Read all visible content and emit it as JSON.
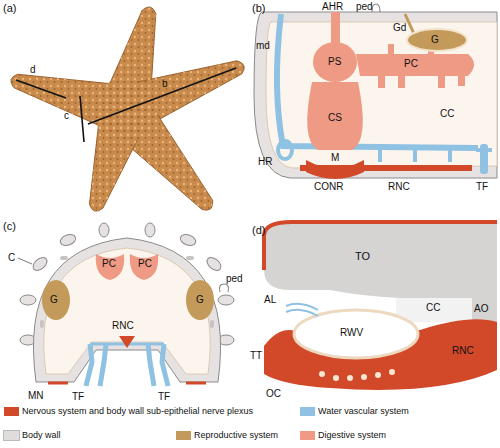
{
  "diagram": {
    "labels": [
      "(a)",
      "d",
      "c",
      "b",
      "(b)",
      "md",
      "AHR",
      "ped",
      "Gd",
      "G",
      "PS",
      "PC",
      "CS",
      "CC",
      "HR",
      "M",
      "CONR",
      "RNC",
      "TF",
      "(c)",
      "C",
      "PC",
      "PC",
      "G",
      "G",
      "ped",
      "RNC",
      "MN",
      "TF",
      "TF",
      "(d)",
      "TO",
      "AL",
      "CC",
      "AO",
      "RWV",
      "TT",
      "RNC",
      "OC"
    ],
    "legend": [
      {
        "text": "Nervous system and body wall sub-epithelial nerve plexus",
        "color": "#d2492a"
      },
      {
        "text": "Water vascular system",
        "color": "#8fc1e3"
      },
      {
        "text": "Body wall",
        "color": "#e0dcdc"
      },
      {
        "text": "Reproductive system",
        "color": "#c49a5a"
      },
      {
        "text": "Digestive system",
        "color": "#ee9a84"
      }
    ]
  }
}
